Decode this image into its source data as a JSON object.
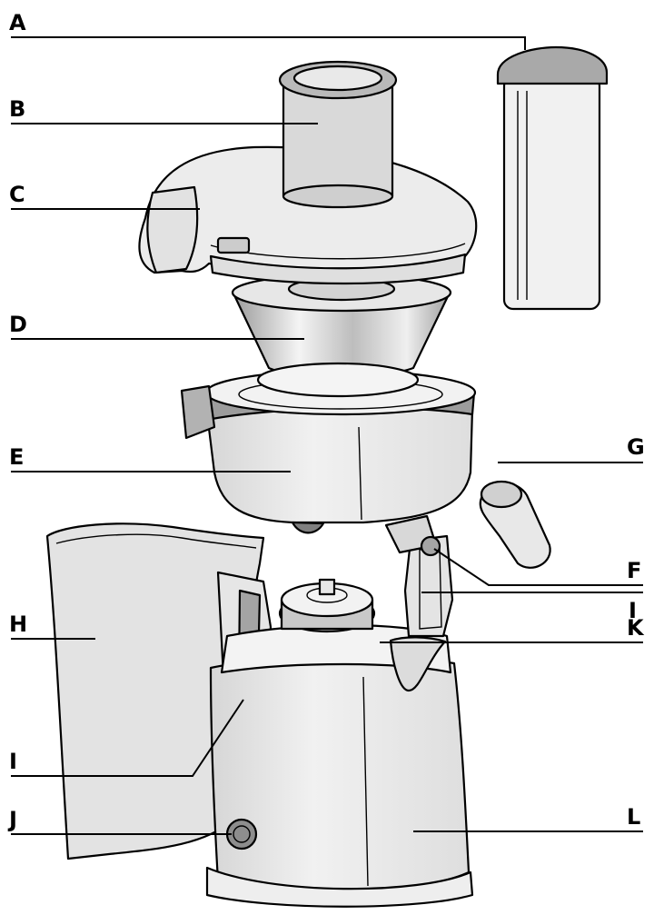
{
  "labels": {
    "A": "A",
    "B": "B",
    "C": "C",
    "D": "D",
    "E": "E",
    "F": "F",
    "G": "G",
    "H": "H",
    "I_upper": "I",
    "I_lower": "I",
    "J": "J",
    "K": "K",
    "L": "L"
  },
  "colors": {
    "light_grey": "#e9e9e9",
    "mid_grey": "#cfcfcf",
    "dark_grey": "#9a9a9a",
    "steel": "#d8d8d8",
    "outline": "#000000"
  }
}
